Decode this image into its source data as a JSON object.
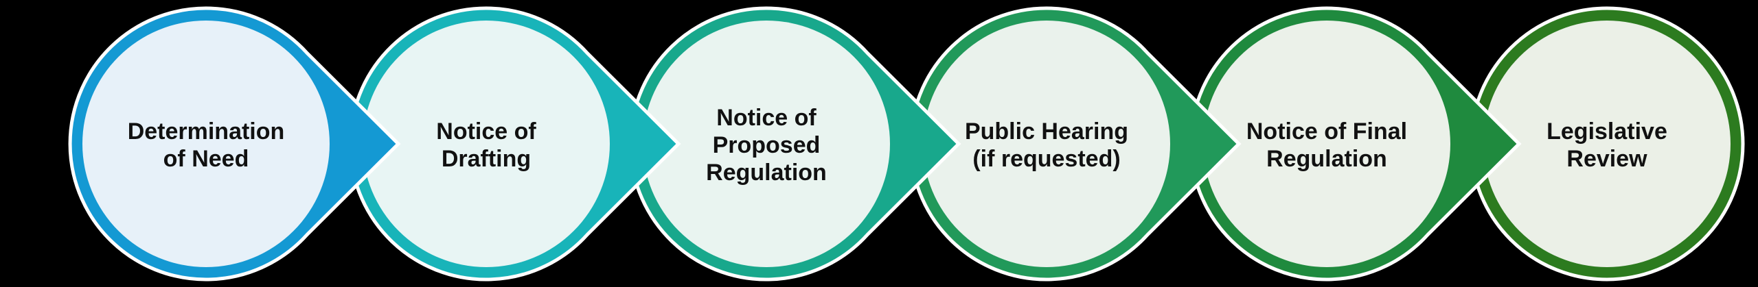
{
  "diagram": {
    "type": "process-flow",
    "background_color": "#000000",
    "shape_outline_color": "#ffffff",
    "label_text_color": "#111111",
    "steps": [
      {
        "label": "Determination\nof Need",
        "ring_color": "#1499D3",
        "fill_color": "#E7F1F9"
      },
      {
        "label": "Notice of\nDrafting",
        "ring_color": "#18B4B9",
        "fill_color": "#E8F5F4"
      },
      {
        "label": "Notice of\nProposed\nRegulation",
        "ring_color": "#18A88C",
        "fill_color": "#E9F4F0"
      },
      {
        "label": "Public Hearing\n(if requested)",
        "ring_color": "#21995A",
        "fill_color": "#EAF2EC"
      },
      {
        "label": "Notice of Final\nRegulation",
        "ring_color": "#1F8A3E",
        "fill_color": "#EBF1E9"
      },
      {
        "label": "Legislative\nReview",
        "ring_color": "#2C7B1F",
        "fill_color": "#EBF0E7"
      }
    ]
  }
}
